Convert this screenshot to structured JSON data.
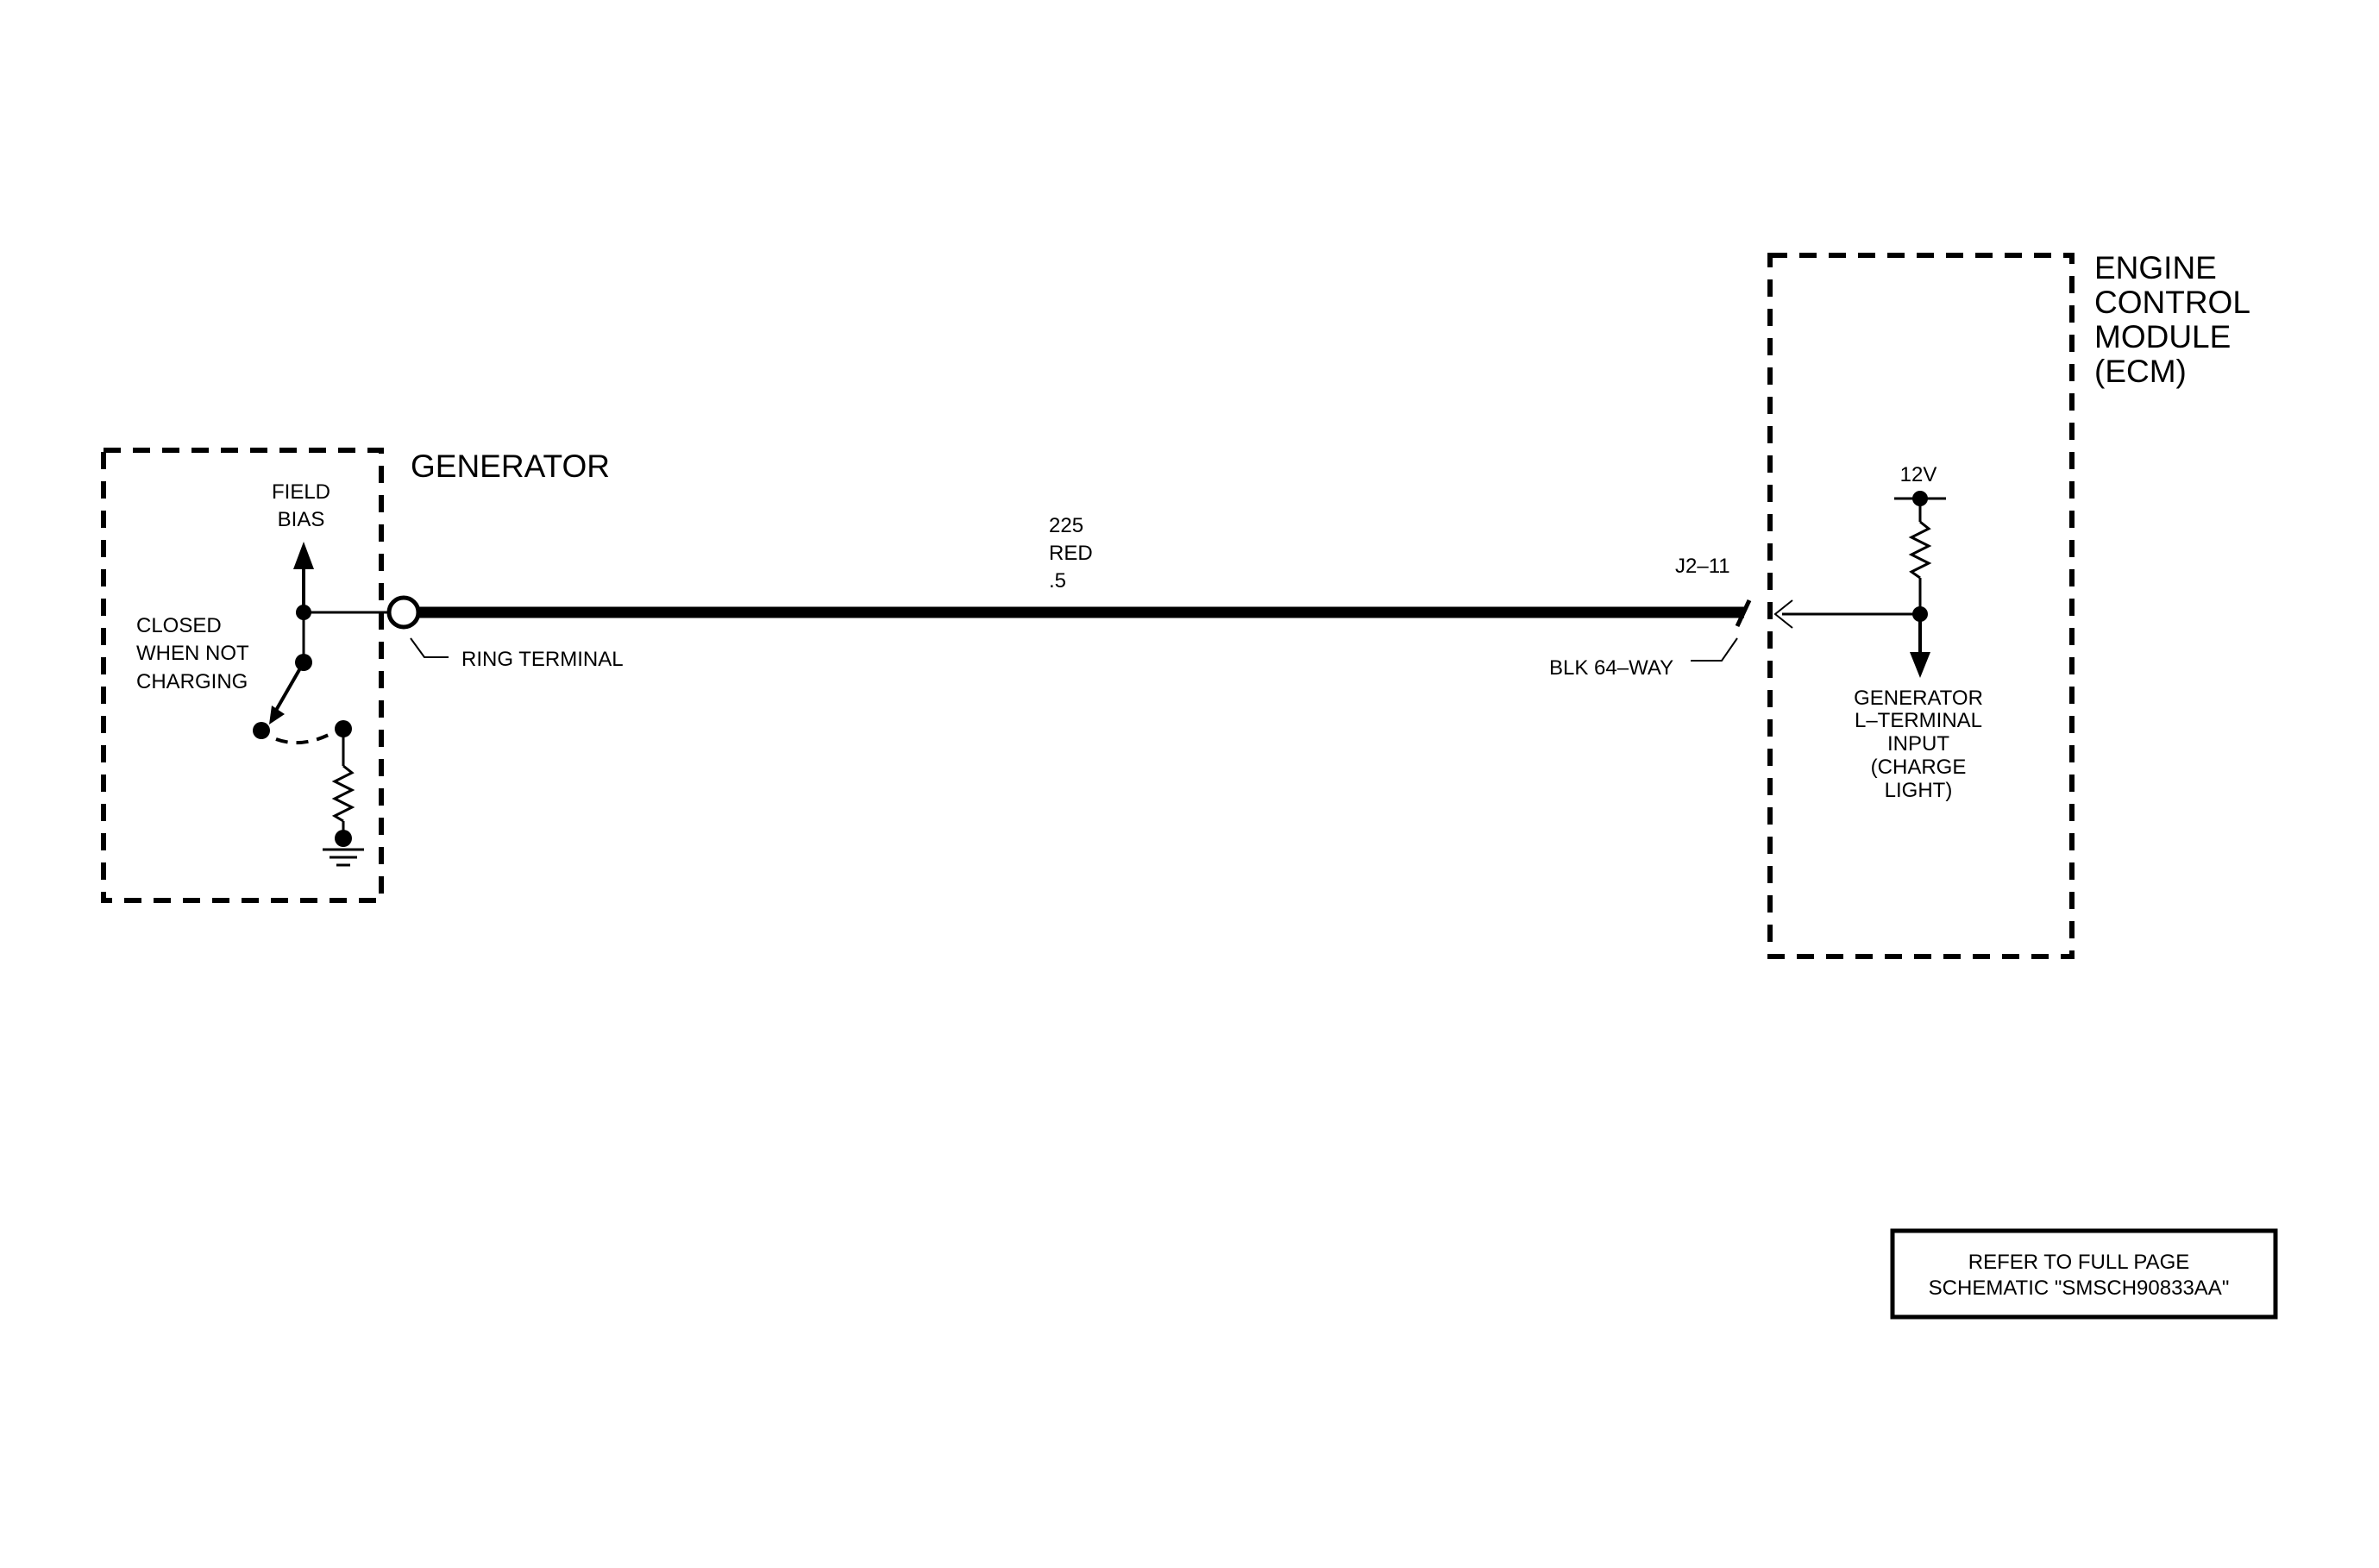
{
  "generator": {
    "title": "GENERATOR",
    "field_bias": [
      "FIELD",
      "BIAS"
    ],
    "switch_note": [
      "CLOSED",
      "WHEN NOT",
      "CHARGING"
    ],
    "ring_terminal": "RING TERMINAL"
  },
  "wire": {
    "circuit": "225",
    "color": "RED",
    "gauge": ".5"
  },
  "connector": {
    "pin": "J2–11",
    "name": "BLK 64–WAY"
  },
  "ecm": {
    "title": [
      "ENGINE",
      "CONTROL",
      "MODULE",
      "(ECM)"
    ],
    "supply": "12V",
    "input": [
      "GENERATOR",
      "L–TERMINAL",
      "INPUT",
      "(CHARGE",
      "LIGHT)"
    ]
  },
  "reference": [
    "REFER TO FULL PAGE",
    "SCHEMATIC \"SMSCH90833AA\""
  ]
}
